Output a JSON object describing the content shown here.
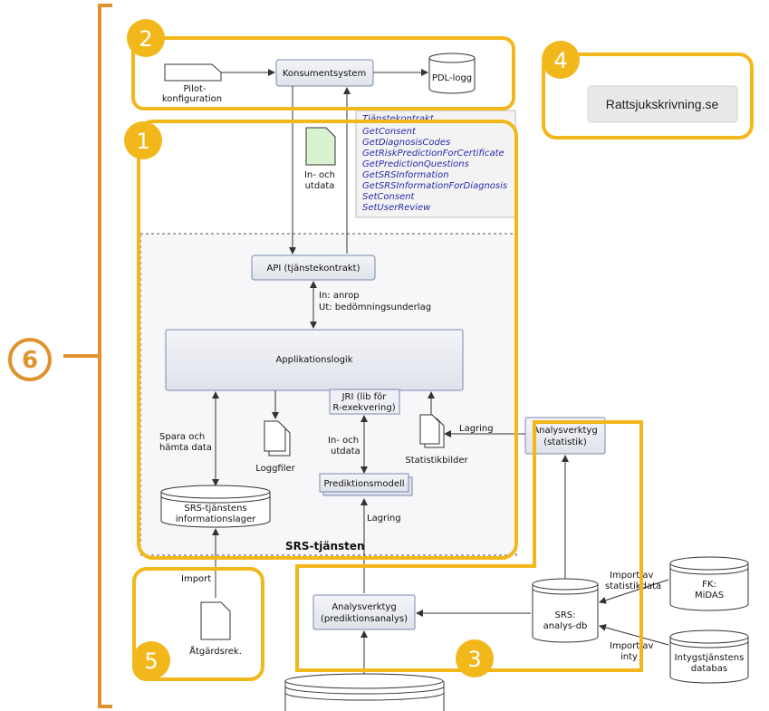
{
  "badges": [
    "1",
    "2",
    "3",
    "4",
    "5",
    "6"
  ],
  "nodes": {
    "pilot": [
      "Pilot-",
      "konfiguration"
    ],
    "konsument": "Konsumentsystem",
    "pdl": "PDL-logg",
    "inout_doc": [
      "In- och",
      "utdata"
    ],
    "tjanstekontrakt_title": "Tjänstekontrakt",
    "contracts": [
      "GetConsent",
      "GetDiagnosisCodes",
      "GetRiskPredictionForCertificate",
      "GetPredictionQuestions",
      "GetSRSInformation",
      "GetSRSInformationForDiagnosis",
      "SetConsent",
      "SetUserReview"
    ],
    "api": "API (tjänstekontrakt)",
    "in_anrop": "In: anrop",
    "ut_bedomning": "Ut: bedömningsunderlag",
    "applogik": "Applikationslogik",
    "jri": [
      "JRI (lib för",
      "R-exekvering)"
    ],
    "spara": [
      "Spara och",
      "hämta data"
    ],
    "loggfiler": "Loggfiler",
    "statistikbilder": "Statistikbilder",
    "lagring1": "Lagring",
    "inout2": [
      "In- och",
      "utdata"
    ],
    "prediktionsmodell": "Prediktionsmodell",
    "infolager": [
      "SRS-tjänstens",
      "informationslager"
    ],
    "srs_title": "SRS-tjänsten",
    "lagring2": "Lagring",
    "analys_stat": [
      "Analysverktyg",
      "(statistik)"
    ],
    "import": "Import",
    "atgard": "Åtgärdsrek.",
    "analys_pred": [
      "Analysverktyg",
      "(prediktionsanalys)"
    ],
    "srs_db": [
      "SRS:",
      "analys-db"
    ],
    "import_stat": [
      "Import av",
      "statistikdata"
    ],
    "import_inty": [
      "Import av",
      "inty"
    ],
    "fk": [
      "FK:",
      "MiDAS"
    ],
    "intyg": [
      "Intygstjänstens",
      "databas"
    ]
  },
  "rattsjuk_button": "Rattsjukskrivning.se"
}
